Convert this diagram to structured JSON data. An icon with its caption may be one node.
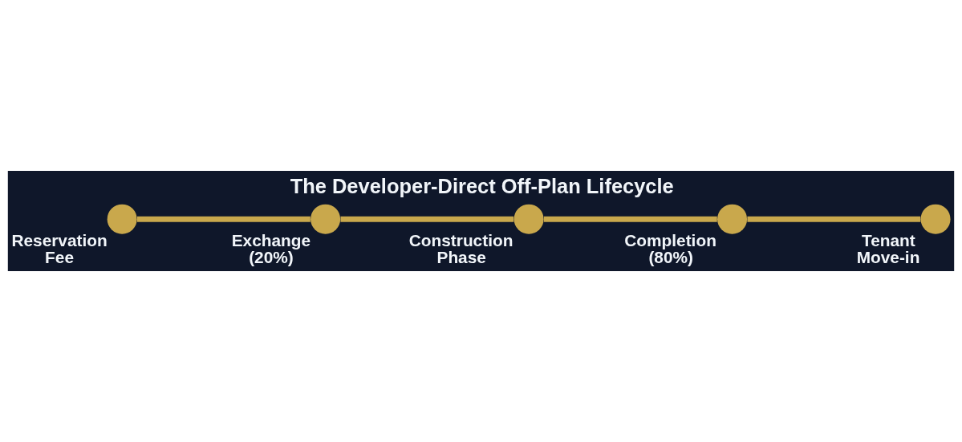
{
  "diagram": {
    "title": "The Developer-Direct Off-Plan Lifecycle",
    "nodes": [
      {
        "text": [],
        "shape": "circle",
        "beside": [
          "Reservation Fee"
        ]
      },
      {
        "text": [],
        "shape": "circle",
        "beside": [
          "Exchange (20%)"
        ]
      },
      {
        "text": [],
        "shape": "circle",
        "beside": [
          "Construction Phase"
        ]
      },
      {
        "text": [],
        "shape": "circle",
        "beside": [
          "Completion (80%)"
        ]
      },
      {
        "text": [],
        "shape": "circle",
        "beside": [
          "Tenant Move-in"
        ]
      }
    ],
    "edges": [
      {
        "from": 0,
        "to": 1,
        "arrow": "none"
      },
      {
        "from": 1,
        "to": 2,
        "arrow": "none"
      },
      {
        "from": 2,
        "to": 3,
        "arrow": "none"
      },
      {
        "from": 3,
        "to": 4,
        "arrow": "none"
      }
    ]
  }
}
